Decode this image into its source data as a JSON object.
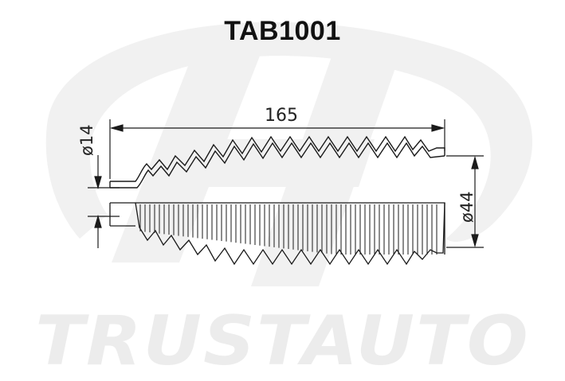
{
  "title": "TAB1001",
  "brand": "TRUSTAUTO",
  "dimensions": {
    "length": "165",
    "small_diameter": "ø14",
    "large_diameter": "ø44"
  },
  "colors": {
    "line": "#1a1a1a",
    "watermark": "#ececec",
    "background": "#ffffff"
  }
}
